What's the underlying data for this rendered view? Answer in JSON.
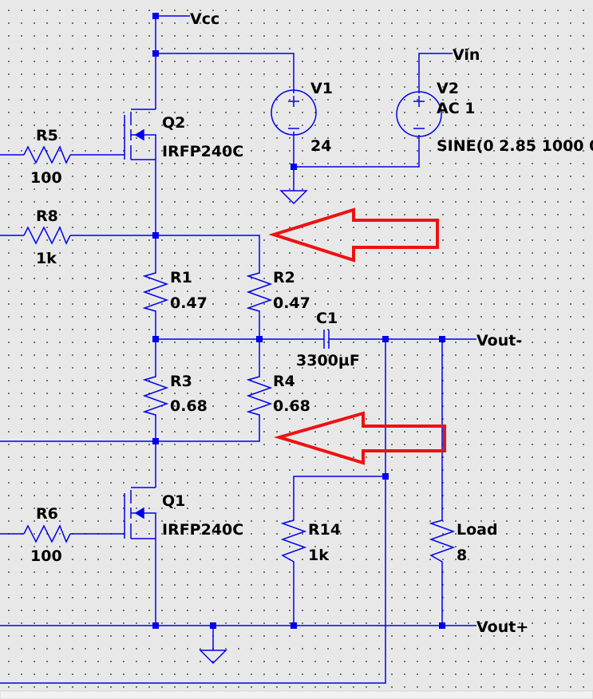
{
  "nets": {
    "vcc": "Vcc",
    "vin": "Vin",
    "vout_minus": "Vout-",
    "vout_plus": "Vout+"
  },
  "components": {
    "r5": {
      "name": "R5",
      "value": "100"
    },
    "r8": {
      "name": "R8",
      "value": "1k"
    },
    "r6": {
      "name": "R6",
      "value": "100"
    },
    "r1": {
      "name": "R1",
      "value": "0.47"
    },
    "r2": {
      "name": "R2",
      "value": "0.47"
    },
    "r3": {
      "name": "R3",
      "value": "0.68"
    },
    "r4": {
      "name": "R4",
      "value": "0.68"
    },
    "r14": {
      "name": "R14",
      "value": "1k"
    },
    "load": {
      "name": "Load",
      "value": "8"
    },
    "c1": {
      "name": "C1",
      "value": "3300µF"
    },
    "q2": {
      "name": "Q2",
      "model": "IRFP240C"
    },
    "q1": {
      "name": "Q1",
      "model": "IRFP240C"
    },
    "v1": {
      "name": "V1",
      "value": "24"
    },
    "v2": {
      "name": "V2",
      "ac": "AC 1",
      "value": "SINE(0 2.85 1000 0"
    }
  },
  "colors": {
    "wire": "#0000ee",
    "annotation_arrow": "#ee1111",
    "background": "#e8e8e8"
  }
}
